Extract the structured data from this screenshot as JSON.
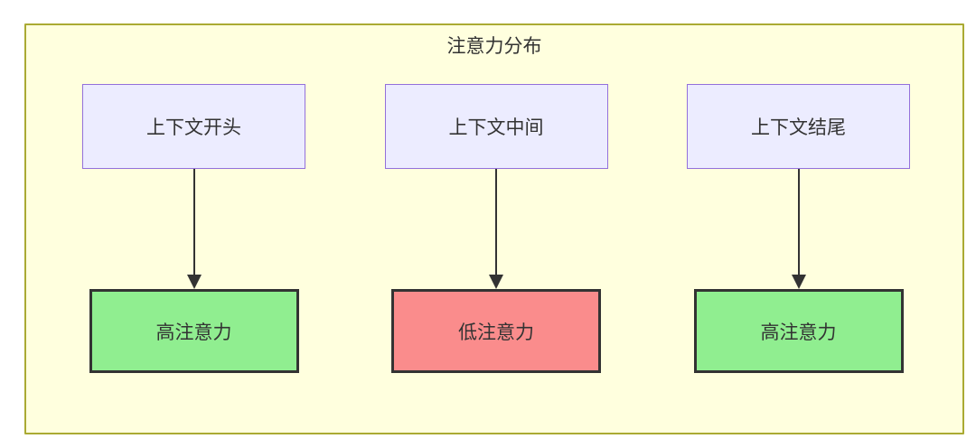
{
  "diagram": {
    "type": "flowchart-top-down",
    "title": "注意力分布",
    "columns": [
      {
        "source": "上下文开头",
        "target": "高注意力",
        "level": "high"
      },
      {
        "source": "上下文中间",
        "target": "低注意力",
        "level": "low"
      },
      {
        "source": "上下文结尾",
        "target": "高注意力",
        "level": "high"
      }
    ],
    "colors": {
      "canvas_bg": "#ffffde",
      "canvas_border": "#aaaa33",
      "source_fill": "#ececff",
      "source_border": "#9370db",
      "high_fill": "#90ee90",
      "low_fill": "#fa8c8c",
      "node_border": "#333333",
      "arrow": "#333333",
      "text": "#333333"
    }
  }
}
